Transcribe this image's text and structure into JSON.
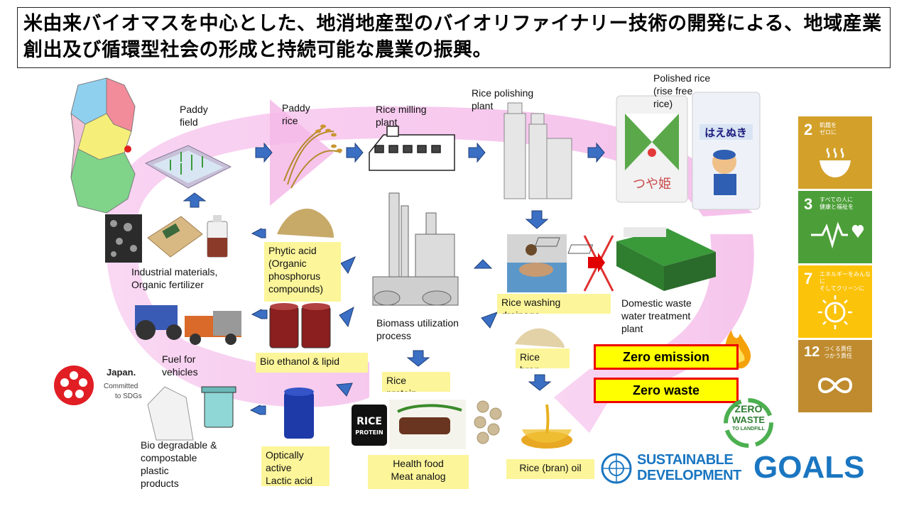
{
  "title": "米由来バイオマスを中心とした、地消地産型のバイオリファイナリー技術の開発による、地域産業創出及び循環型社会の形成と持続可能な農業の振興。",
  "labels": {
    "paddy_field": "Paddy\nfield",
    "paddy_rice": "Paddy\nrice",
    "rice_milling": "Rice milling\nplant",
    "rice_polishing": "Rice polishing\nplant",
    "polished_rice": "Polished rice\n(rise free\nrice)",
    "industrial": "Industrial materials,\nOrganic fertilizer",
    "biomass": "Biomass utilization\nprocess",
    "domestic_waste": "Domestic waste\nwater treatment\nplant",
    "fuel": "Fuel for\nvehicles",
    "bio_degradable": "Bio degradable &\ncompostable\nplastic\nproducts"
  },
  "boxes": {
    "phytic_acid": "Phytic acid\n(Organic\nphosphorus\ncompounds)",
    "rice_washing": "Rice washing\ndrainage",
    "bio_ethanol": "Bio ethanol & lipid",
    "rice_bran": "Rice\nbran",
    "rice_protein": "Rice\nprotein",
    "optically": "Optically\nactive\nLactic acid",
    "health_food": "Health food\nMeat analog",
    "bran_oil": "Rice (bran) oil"
  },
  "zero": {
    "emission": "Zero emission",
    "waste": "Zero waste"
  },
  "package_text": {
    "tsuyahime": "つや姫",
    "haenuki": "はえぬき"
  },
  "product_text": {
    "rice_protein_label": "RICE",
    "rice_protein_sub": "PROTEIN"
  },
  "japan_logo": {
    "line1": "Japan.",
    "line2": "Committed",
    "line3": "to SDGs"
  },
  "sdg_tiles": [
    {
      "num": "2",
      "text": "飢餓を\nゼロに",
      "color": "#d3a029"
    },
    {
      "num": "3",
      "text": "すべての人に\n健康と福祉を",
      "color": "#4c9f38"
    },
    {
      "num": "7",
      "text": "エネルギーをみんなに\nそしてクリーンに",
      "color": "#fcc30b"
    },
    {
      "num": "12",
      "text": "つくる責任\nつかう責任",
      "color": "#bf8b2e"
    }
  ],
  "zero_waste_badge": {
    "line1": "ZERO",
    "line2": "WASTE",
    "line3": "TO LANDFILL"
  },
  "sdg_logo": {
    "line1": "SUSTAINABLE",
    "line2": "DEVELOPMENT",
    "goals": "GOALS"
  },
  "colors": {
    "cycle_pink": "#f5b8e8",
    "arrow_blue": "#3a6fc4",
    "box_yellow": "#fcf59a",
    "zero_red": "#e00000",
    "sdg_blue": "#1a76c1"
  }
}
